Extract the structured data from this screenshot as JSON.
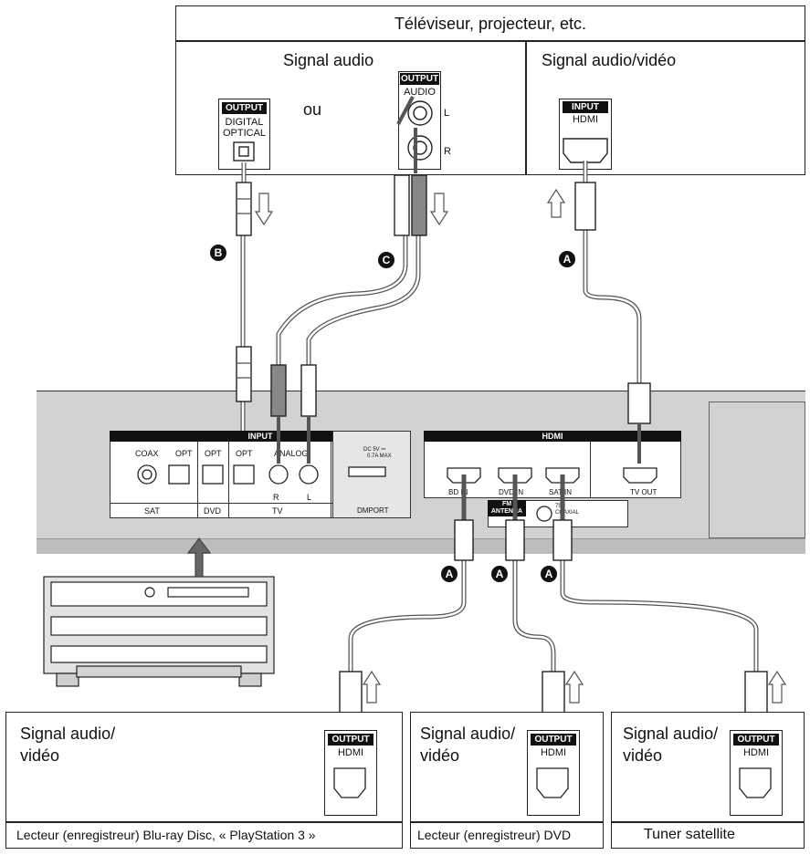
{
  "tv": {
    "title": "Téléviseur, projecteur, etc.",
    "audio_signal": "Signal audio",
    "av_signal": "Signal audio/vidéo",
    "or_text": "ou",
    "optical": {
      "tag": "OUTPUT",
      "line1": "DIGITAL",
      "line2": "OPTICAL"
    },
    "analog": {
      "tag": "OUTPUT",
      "label": "AUDIO",
      "l": "L",
      "r": "R"
    },
    "hdmi": {
      "tag": "INPUT",
      "label": "HDMI"
    }
  },
  "cables": {
    "a": "A",
    "b": "B",
    "c": "C"
  },
  "receiver": {
    "input_header": "INPUT",
    "hdmi_header": "HDMI",
    "coax": "COAX",
    "opt_sat": "OPT",
    "opt_dvd": "OPT",
    "opt_tv": "OPT",
    "analog": "ANALOG",
    "r": "R",
    "l": "L",
    "sat": "SAT",
    "dvd": "DVD",
    "tv": "TV",
    "dmport": "DMPORT",
    "dc_line1": "DC 5V ⎓",
    "dc_line2": "0.7A MAX",
    "bd_in": "BD IN",
    "dvd_in": "DVD IN",
    "sat_in": "SAT IN",
    "tv_out": "TV OUT",
    "fm_line1": "FM",
    "fm_line2": "ANTENNA",
    "coaxial_line1": "75Ω",
    "coaxial_line2": "COAXIAL"
  },
  "devices": [
    {
      "signal_line1": "Signal audio/",
      "signal_line2": "vidéo",
      "tag": "OUTPUT",
      "hdmi": "HDMI",
      "name": "Lecteur (enregistreur) Blu-ray Disc, « PlayStation 3 »"
    },
    {
      "signal_line1": "Signal audio/",
      "signal_line2": "vidéo",
      "tag": "OUTPUT",
      "hdmi": "HDMI",
      "name": "Lecteur (enregistreur) DVD"
    },
    {
      "signal_line1": "Signal audio/",
      "signal_line2": "vidéo",
      "tag": "OUTPUT",
      "hdmi": "HDMI",
      "name": "Tuner satellite"
    }
  ]
}
